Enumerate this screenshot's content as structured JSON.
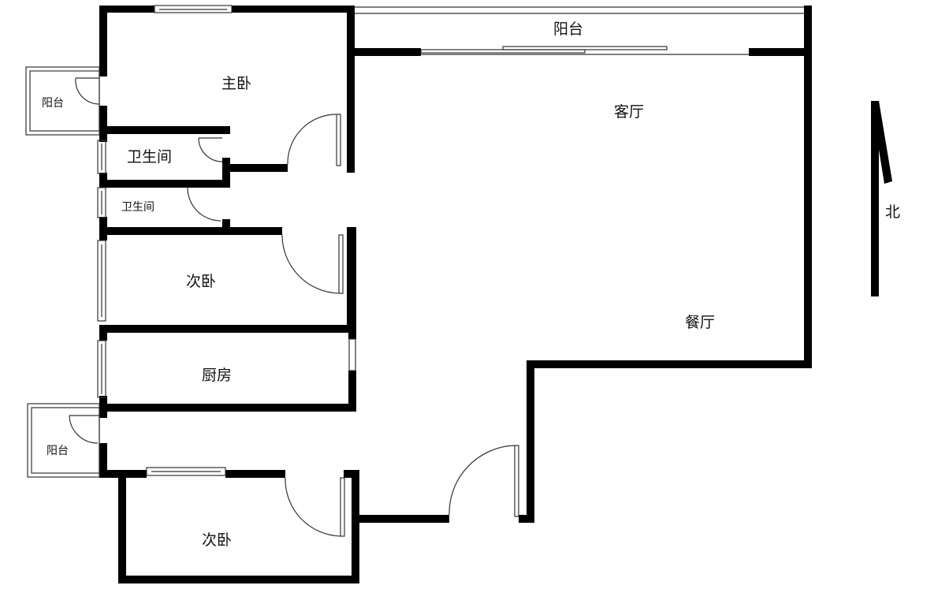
{
  "colors": {
    "wall": "#000000",
    "line": "#333333",
    "background": "#ffffff"
  },
  "rooms": {
    "master_bedroom": "主卧",
    "living_room": "客厅",
    "dining_room": "餐厅",
    "balcony_top": "阳台",
    "balcony_left_upper": "阳台",
    "balcony_left_lower": "阳台",
    "bathroom_1": "卫生间",
    "bathroom_2": "卫生间",
    "bedroom_2": "次卧",
    "kitchen": "厨房",
    "bedroom_3": "次卧"
  },
  "compass": {
    "label": "北",
    "icon": "north-arrow-icon"
  }
}
